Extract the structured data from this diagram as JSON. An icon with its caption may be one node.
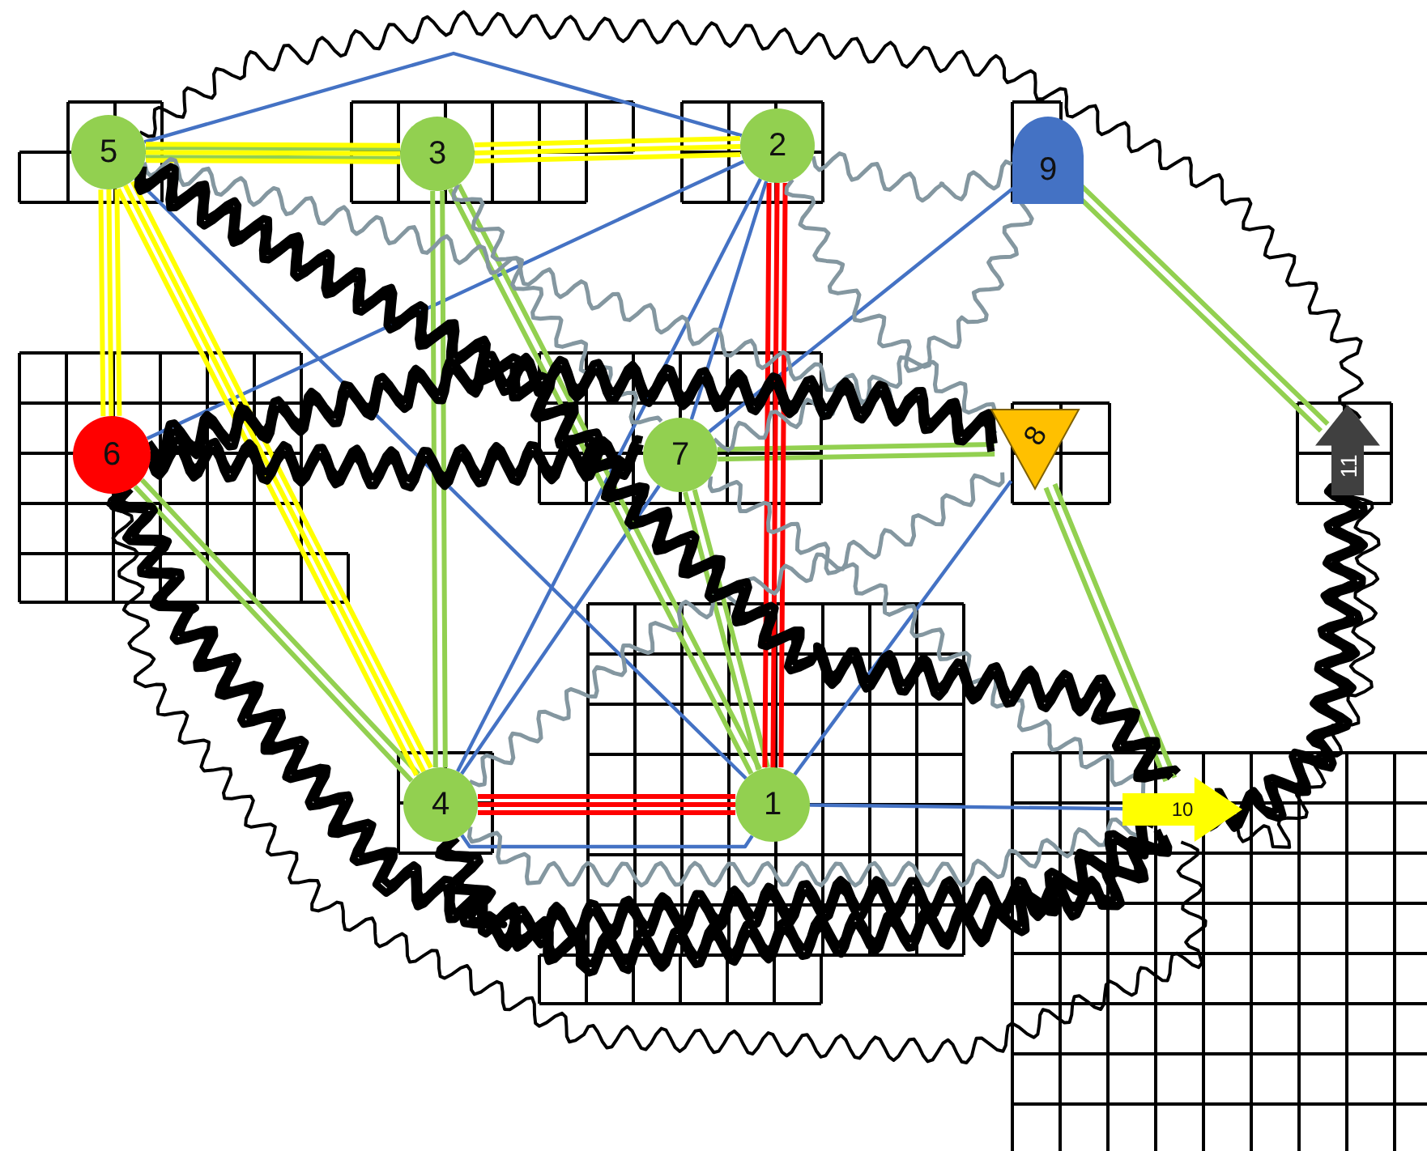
{
  "diagram": {
    "nodes": [
      {
        "text": [
          "1"
        ]
      },
      {
        "text": [
          "2"
        ]
      },
      {
        "text": [
          "3"
        ]
      },
      {
        "text": [
          "4"
        ]
      },
      {
        "text": [
          "5"
        ]
      },
      {
        "text": [
          "6"
        ]
      },
      {
        "text": [
          "7"
        ]
      },
      {
        "text": [
          "8"
        ]
      },
      {
        "text": [
          "9"
        ]
      },
      {
        "text": [
          "10"
        ]
      },
      {
        "text": [
          "11"
        ]
      }
    ],
    "edges": [
      {
        "from": 4,
        "to": 1,
        "arrow": "none"
      },
      {
        "from": 4,
        "to": 0,
        "arrow": "none"
      },
      {
        "from": 5,
        "to": 1,
        "arrow": "none"
      },
      {
        "from": 3,
        "to": 1,
        "arrow": "none"
      },
      {
        "from": 3,
        "to": 6,
        "arrow": "none"
      },
      {
        "from": 6,
        "to": 1,
        "arrow": "none"
      },
      {
        "from": 6,
        "to": 8,
        "arrow": "none"
      },
      {
        "from": 7,
        "to": 0,
        "arrow": "none"
      },
      {
        "from": 0,
        "to": 9,
        "arrow": "none"
      },
      {
        "from": 3,
        "to": 0,
        "arrow": "none"
      },
      {
        "from": 4,
        "to": 2,
        "arrow": "none",
        "color": "#92d050"
      },
      {
        "from": 2,
        "to": 3,
        "arrow": "none",
        "color": "#92d050"
      },
      {
        "from": 2,
        "to": 0,
        "arrow": "none",
        "color": "#92d050"
      },
      {
        "from": 5,
        "to": 3,
        "arrow": "none",
        "color": "#92d050"
      },
      {
        "from": 6,
        "to": 0,
        "arrow": "none",
        "color": "#92d050"
      },
      {
        "from": 6,
        "to": 7,
        "arrow": "none",
        "color": "#92d050"
      },
      {
        "from": 7,
        "to": 9,
        "arrow": "none",
        "color": "#92d050"
      },
      {
        "from": 8,
        "to": 10,
        "arrow": "none",
        "color": "#92d050"
      },
      {
        "from": 4,
        "to": 2,
        "arrow": "none",
        "color": "#ffff00"
      },
      {
        "from": 2,
        "to": 1,
        "arrow": "none",
        "color": "#ffff00"
      },
      {
        "from": 4,
        "to": 5,
        "arrow": "none",
        "color": "#ffff00"
      },
      {
        "from": 4,
        "to": 3,
        "arrow": "none",
        "color": "#ffff00"
      },
      {
        "from": 1,
        "to": 0,
        "arrow": "none",
        "color": "#ff0000"
      },
      {
        "from": 3,
        "to": 0,
        "arrow": "none",
        "color": "#ff0000"
      },
      {
        "from": 4,
        "to": 7,
        "arrow": "none",
        "color": "#8497a0"
      },
      {
        "from": 2,
        "to": 6,
        "arrow": "none",
        "color": "#8497a0"
      },
      {
        "from": 1,
        "to": 8,
        "arrow": "none",
        "color": "#8497a0"
      },
      {
        "from": 1,
        "to": 7,
        "arrow": "none",
        "color": "#8497a0"
      },
      {
        "from": 8,
        "to": 6,
        "arrow": "none",
        "color": "#8497a0"
      },
      {
        "from": 3,
        "to": 7,
        "arrow": "none",
        "color": "#8497a0"
      },
      {
        "from": 3,
        "to": 9,
        "arrow": "none",
        "color": "#8497a0"
      },
      {
        "from": 6,
        "to": 9,
        "arrow": "none",
        "color": "#8497a0"
      },
      {
        "from": 4,
        "to": 10,
        "arrow": "none",
        "color": "#000000"
      },
      {
        "from": 5,
        "to": 9,
        "arrow": "none",
        "color": "#000000"
      },
      {
        "from": 10,
        "to": 9,
        "arrow": "none",
        "color": "#000000"
      },
      {
        "from": 4,
        "to": 9,
        "arrow": "none",
        "color": "#000000",
        "style": "thick"
      },
      {
        "from": 5,
        "to": 7,
        "arrow": "none",
        "color": "#000000",
        "style": "thick"
      },
      {
        "from": 5,
        "to": 6,
        "arrow": "none",
        "color": "#000000",
        "style": "thick"
      },
      {
        "from": 5,
        "to": 9,
        "arrow": "none",
        "color": "#000000",
        "style": "thick"
      },
      {
        "from": 3,
        "to": 9,
        "arrow": "none",
        "color": "#000000",
        "style": "thick"
      },
      {
        "from": 10,
        "to": 9,
        "arrow": "none",
        "color": "#000000",
        "style": "thick"
      }
    ]
  }
}
